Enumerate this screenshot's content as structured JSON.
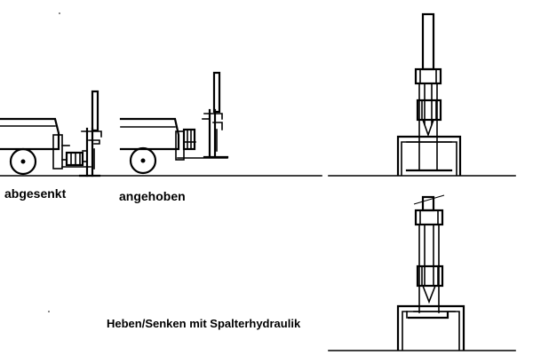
{
  "labels": {
    "lowered": "abgesenkt",
    "raised": "angehoben",
    "caption": "Heben/Senken mit Spalterhydraulik"
  },
  "colors": {
    "ink": "#000000",
    "background": "#ffffff"
  }
}
